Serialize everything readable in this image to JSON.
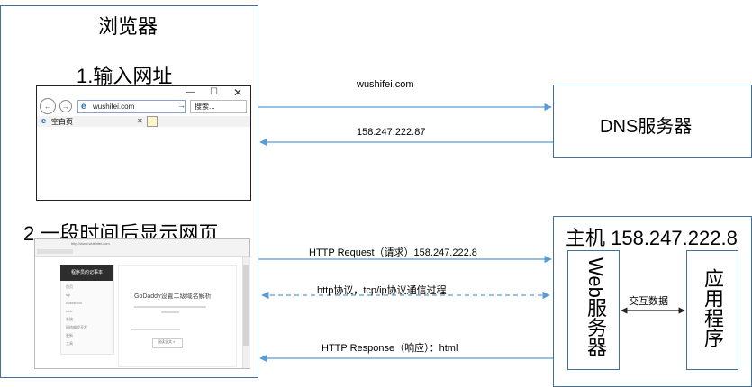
{
  "browser": {
    "title": "浏览器",
    "step1": "1.输入网址",
    "step2": "2.一段时间后显示网页",
    "screenshot1": {
      "address": "wushifei.com",
      "search_placeholder": "搜索...",
      "tab_label": "空白页"
    },
    "screenshot2": {
      "address_text": "http://www.wushifei.com",
      "sidebar_title": "程序员的记事本",
      "sidebar_items": [
        "首页",
        "sql",
        "Autoshion",
        "web",
        "系统",
        "网络编程开发",
        "更新",
        "工具"
      ],
      "article_title": "GoDaddy设置二级域名解析",
      "article_button": "阅读全文 »"
    }
  },
  "dns": {
    "label": "DNS服务器"
  },
  "host": {
    "title": "主机 158.247.222.8",
    "web_server": "Web服务器",
    "app": "应用程序",
    "exchange_label": "交互数据"
  },
  "arrows": {
    "to_dns": "wushifei.com",
    "from_dns": "158.247.222.87",
    "http_request": "HTTP Request（请求）158.247.222.8",
    "protocol": "http协议，tcp/ip协议通信过程",
    "http_response": "HTTP Response（响应）：html"
  },
  "colors": {
    "border": "#41719c",
    "arrow": "#5b9bd5",
    "sidebar_dark": "#2d2d2d"
  }
}
